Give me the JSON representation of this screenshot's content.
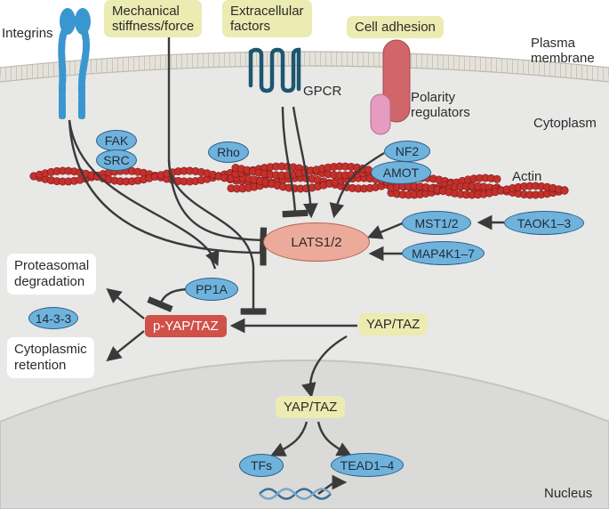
{
  "labels": {
    "integrins": "Integrins",
    "mechanical": "Mechanical\nstiffness/force",
    "extracellular": "Extracellular\nfactors",
    "cell_adhesion": "Cell adhesion",
    "plasma_membrane": "Plasma\nmembrane",
    "gpcr": "GPCR",
    "polarity": "Polarity\nregulators",
    "cytoplasm": "Cytoplasm",
    "actin": "Actin",
    "nucleus": "Nucleus",
    "proteasomal": "Proteasomal\ndegradation",
    "cytoplasmic_retention": "Cytoplasmic\nretention"
  },
  "proteins": {
    "fak": "FAK",
    "src": "SRC",
    "rho": "Rho",
    "nf2": "NF2",
    "amot": "AMOT",
    "mst": "MST1/2",
    "taok": "TAOK1–3",
    "map4k": "MAP4K1–7",
    "lats": "LATS1/2",
    "pp1a": "PP1A",
    "p1433": "14-3-3",
    "p_yap_taz": "p-YAP/TAZ",
    "yap_taz_cyto": "YAP/TAZ",
    "yap_taz_nuc": "YAP/TAZ",
    "tfs": "TFs",
    "tead": "TEAD1–4"
  },
  "colors": {
    "cell": "#e8e8e7",
    "nucleus": "#d9d9d8",
    "membrane": "#d8d6cf",
    "blue_protein": "#6fb3dd",
    "actin": "#c0312c",
    "yellow_box": "#ecebb2",
    "red_box": "#d0514a",
    "lats": "#ecab9a",
    "arrow": "#3a3a3a"
  }
}
